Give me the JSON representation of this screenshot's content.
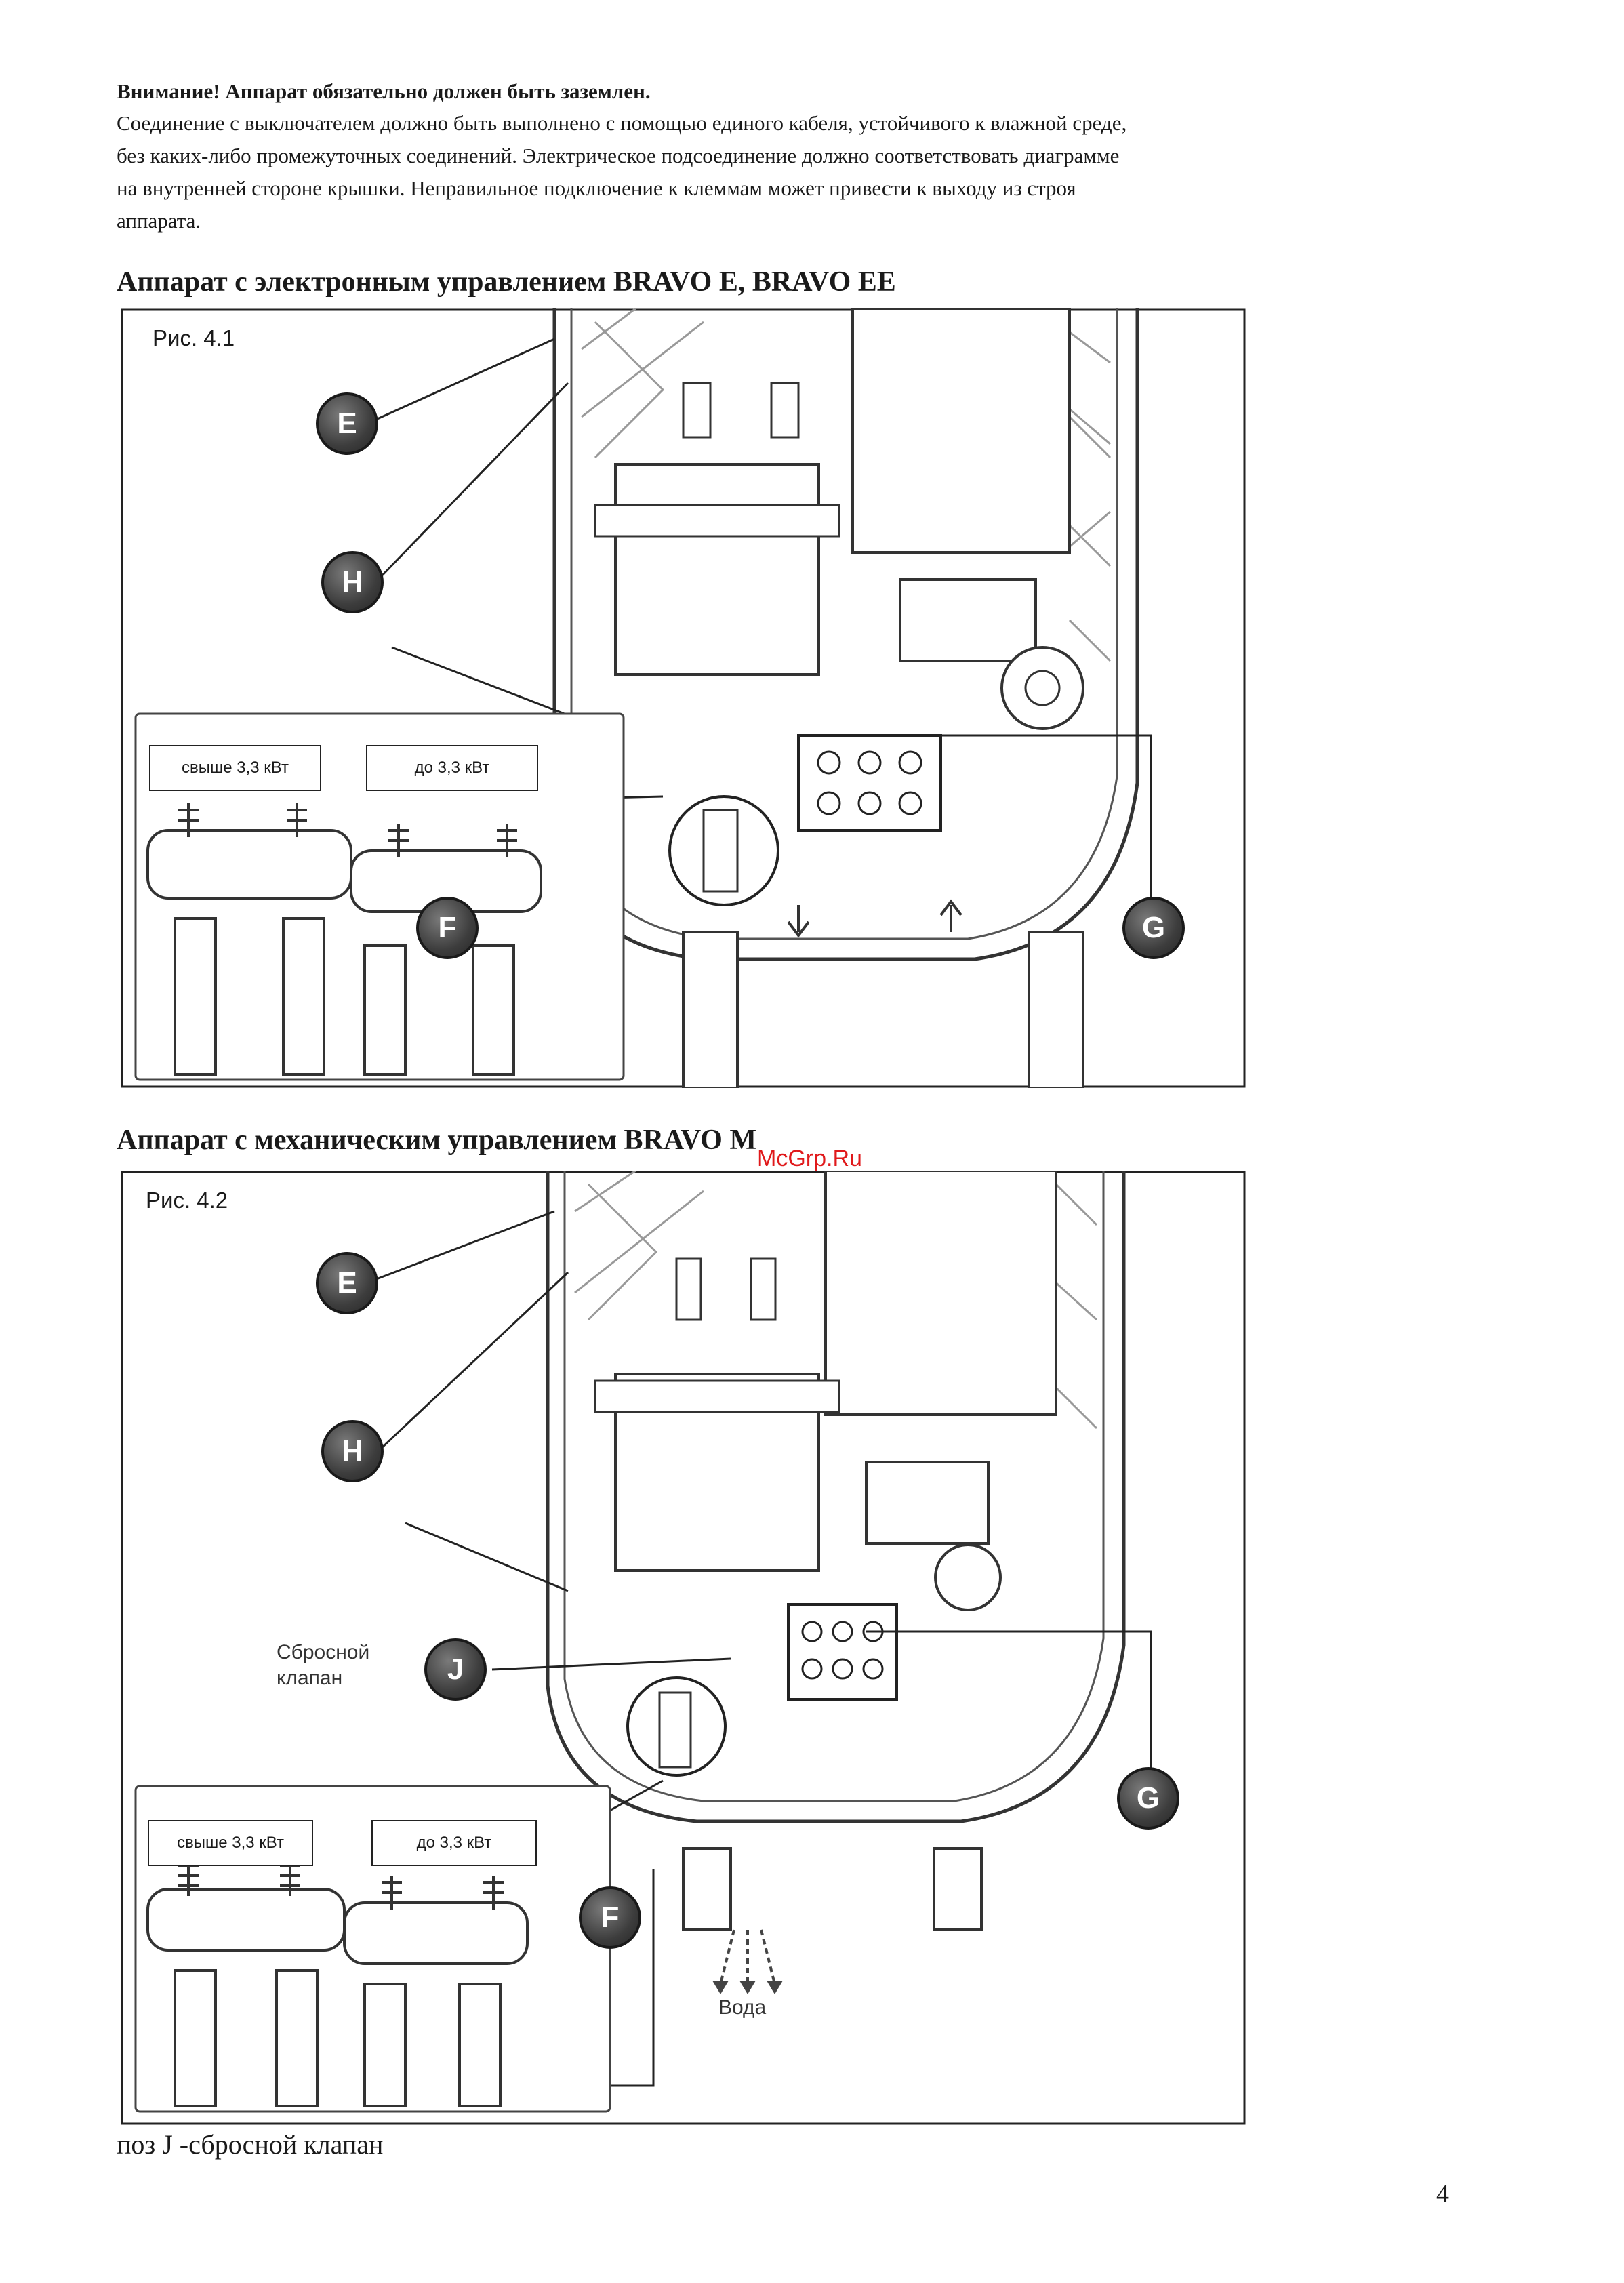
{
  "warning": {
    "title": "Внимание! Аппарат обязательно должен быть заземлен.",
    "lines": [
      "Соединение с выключателем должно быть выполнено с помощью единого кабеля, устойчивого к влажной среде,",
      "без каких-либо промежуточных соединений. Электрическое подсоединение должно соответствовать диаграмме",
      "на внутренней стороне крышки. Неправильное подключение к клеммам может привести к выходу из строя",
      "аппарата."
    ]
  },
  "section1": {
    "heading": "Аппарат с электронным управлением BRAVO E, BRAVO EE",
    "figure_label": "Рис. 4.1",
    "inset_labels": [
      "свыше 3,3 кВт",
      "до 3,3 кВт"
    ],
    "callouts": [
      "E",
      "H",
      "F",
      "G"
    ]
  },
  "section2": {
    "heading": "Аппарат с механическим управлением BRAVO M",
    "figure_label": "Рис. 4.2",
    "inset_labels": [
      "свыше 3,3 кВт",
      "до 3,3 кВт"
    ],
    "callouts": [
      "E",
      "H",
      "J",
      "F",
      "G"
    ],
    "valve_label": [
      "Сбросной",
      "клапан"
    ],
    "water_label": "Вода"
  },
  "watermark": "McGrp.Ru",
  "footer_note": "поз J  -сбросной клапан",
  "page_number": "4"
}
